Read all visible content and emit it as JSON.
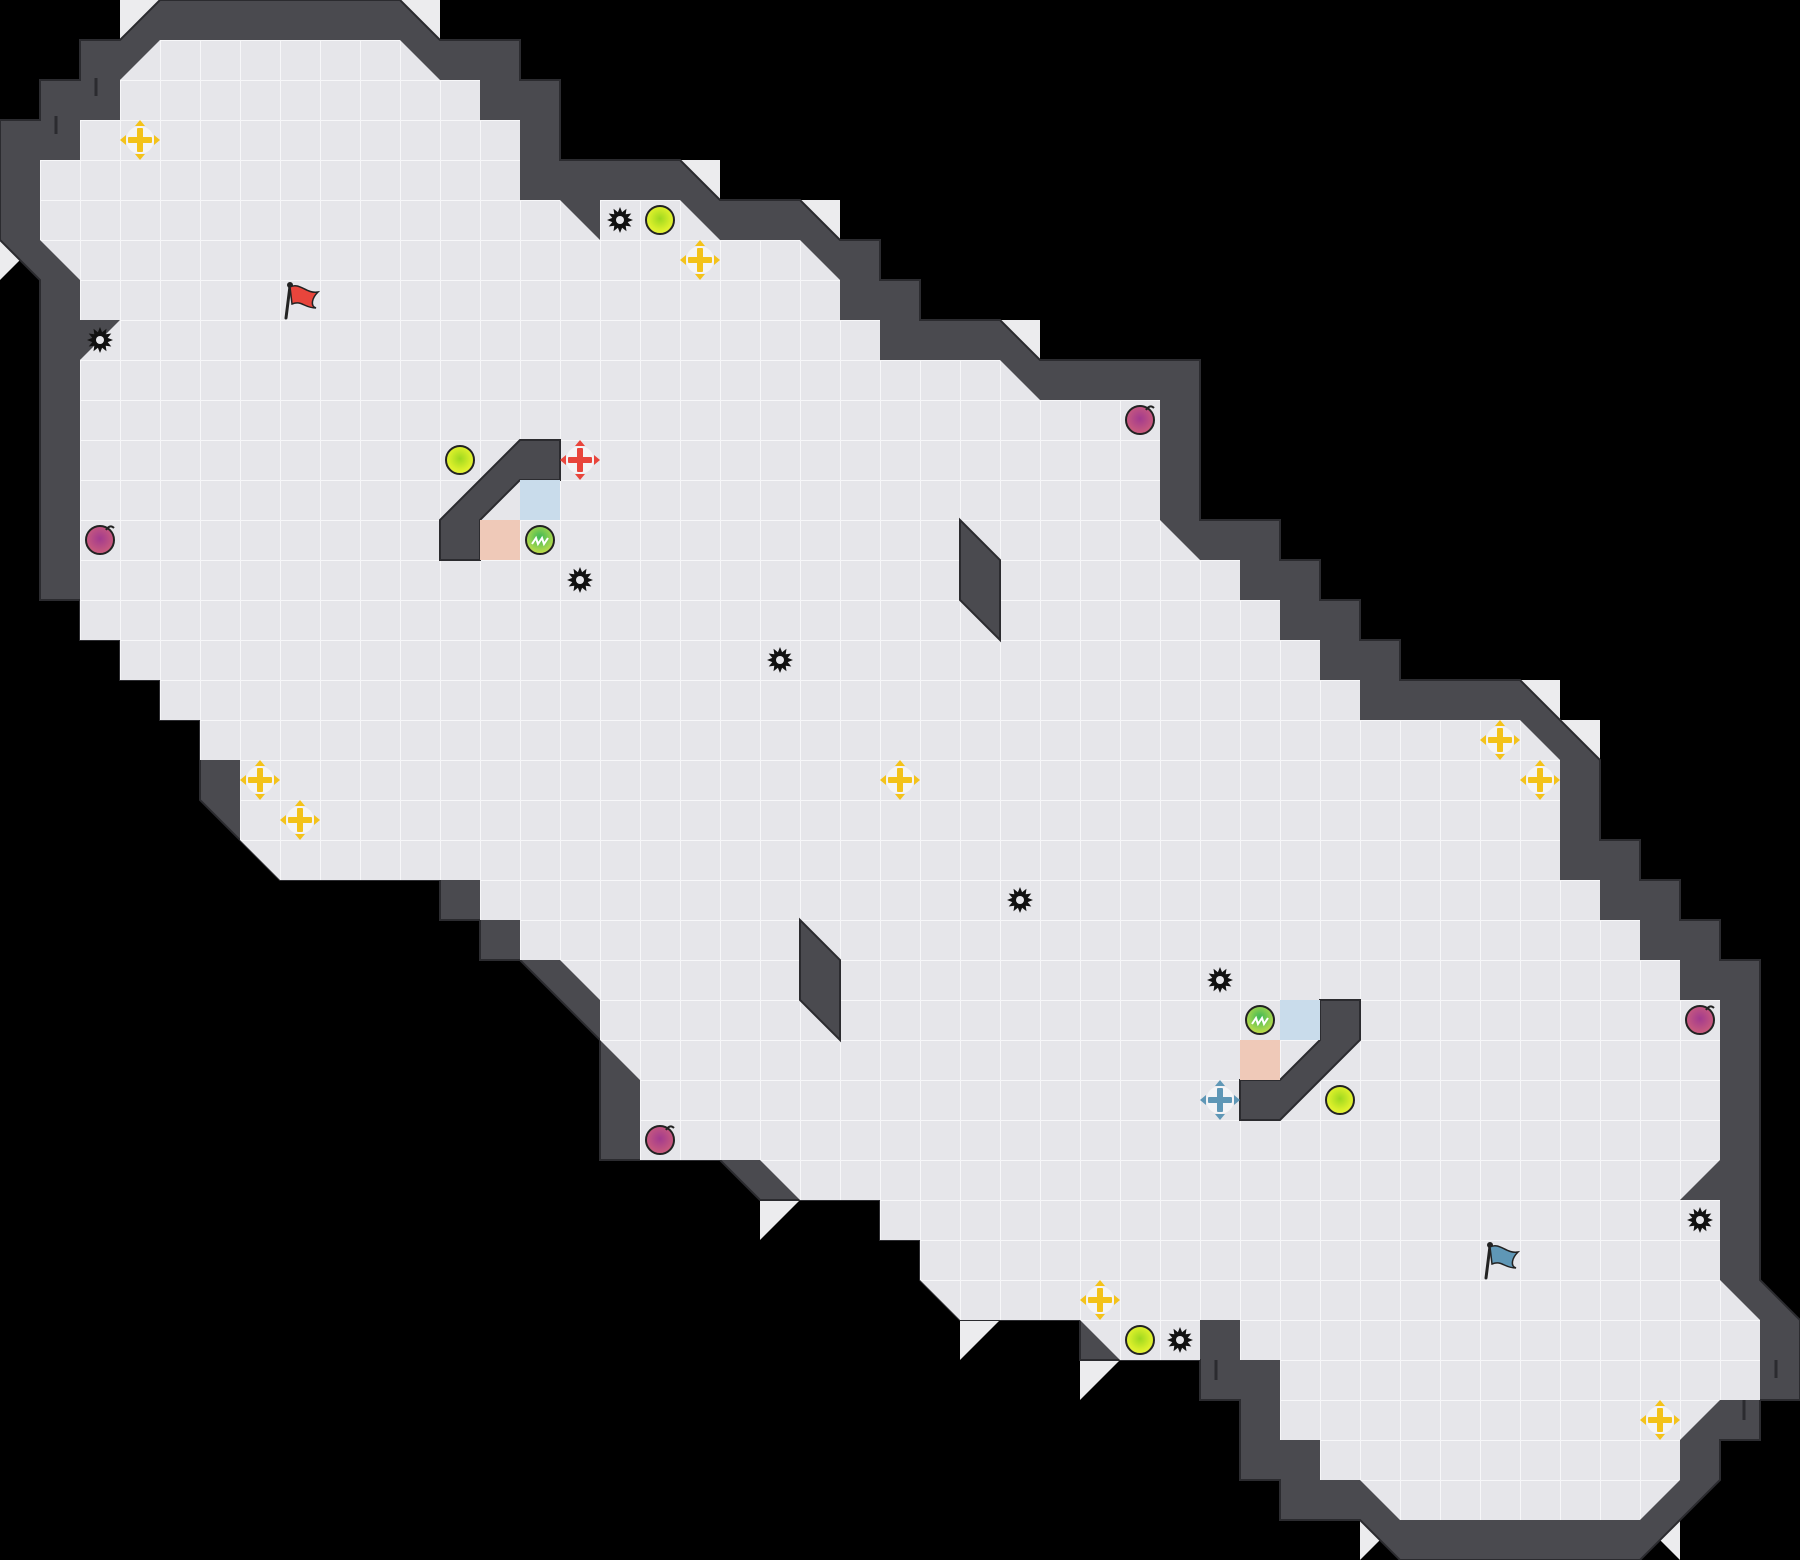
{
  "map": {
    "background_color": "#000000",
    "floor_color": "#e6e6ea",
    "grid_line_color": "#f7f7f9",
    "wall_color": "#4a4a4f",
    "wall_edge_color": "#2b2b2f",
    "bevel_color": "#ececee",
    "team_colors": {
      "red": "#e8453c",
      "blue": "#5f97b6"
    }
  },
  "objects": [
    {
      "kind": "flag",
      "team": "red"
    },
    {
      "kind": "flag",
      "team": "blue"
    },
    {
      "kind": "boost",
      "team": "neutral"
    },
    {
      "kind": "boost",
      "team": "neutral"
    },
    {
      "kind": "boost",
      "team": "neutral"
    },
    {
      "kind": "boost",
      "team": "neutral"
    },
    {
      "kind": "boost",
      "team": "neutral"
    },
    {
      "kind": "boost",
      "team": "neutral"
    },
    {
      "kind": "boost",
      "team": "neutral"
    },
    {
      "kind": "boost",
      "team": "neutral"
    },
    {
      "kind": "boost",
      "team": "neutral"
    },
    {
      "kind": "boost",
      "team": "red"
    },
    {
      "kind": "boost",
      "team": "blue"
    },
    {
      "kind": "spike"
    },
    {
      "kind": "spike"
    },
    {
      "kind": "spike"
    },
    {
      "kind": "spike"
    },
    {
      "kind": "spike"
    },
    {
      "kind": "spike"
    },
    {
      "kind": "spike"
    },
    {
      "kind": "spike"
    },
    {
      "kind": "powerup"
    },
    {
      "kind": "powerup"
    },
    {
      "kind": "powerup"
    },
    {
      "kind": "powerup"
    },
    {
      "kind": "bomb"
    },
    {
      "kind": "bomb"
    },
    {
      "kind": "bomb"
    },
    {
      "kind": "bomb"
    },
    {
      "kind": "button"
    },
    {
      "kind": "button"
    },
    {
      "kind": "gate",
      "state": "red"
    },
    {
      "kind": "gate",
      "state": "blue"
    },
    {
      "kind": "gate",
      "state": "red"
    },
    {
      "kind": "gate",
      "state": "blue"
    }
  ]
}
